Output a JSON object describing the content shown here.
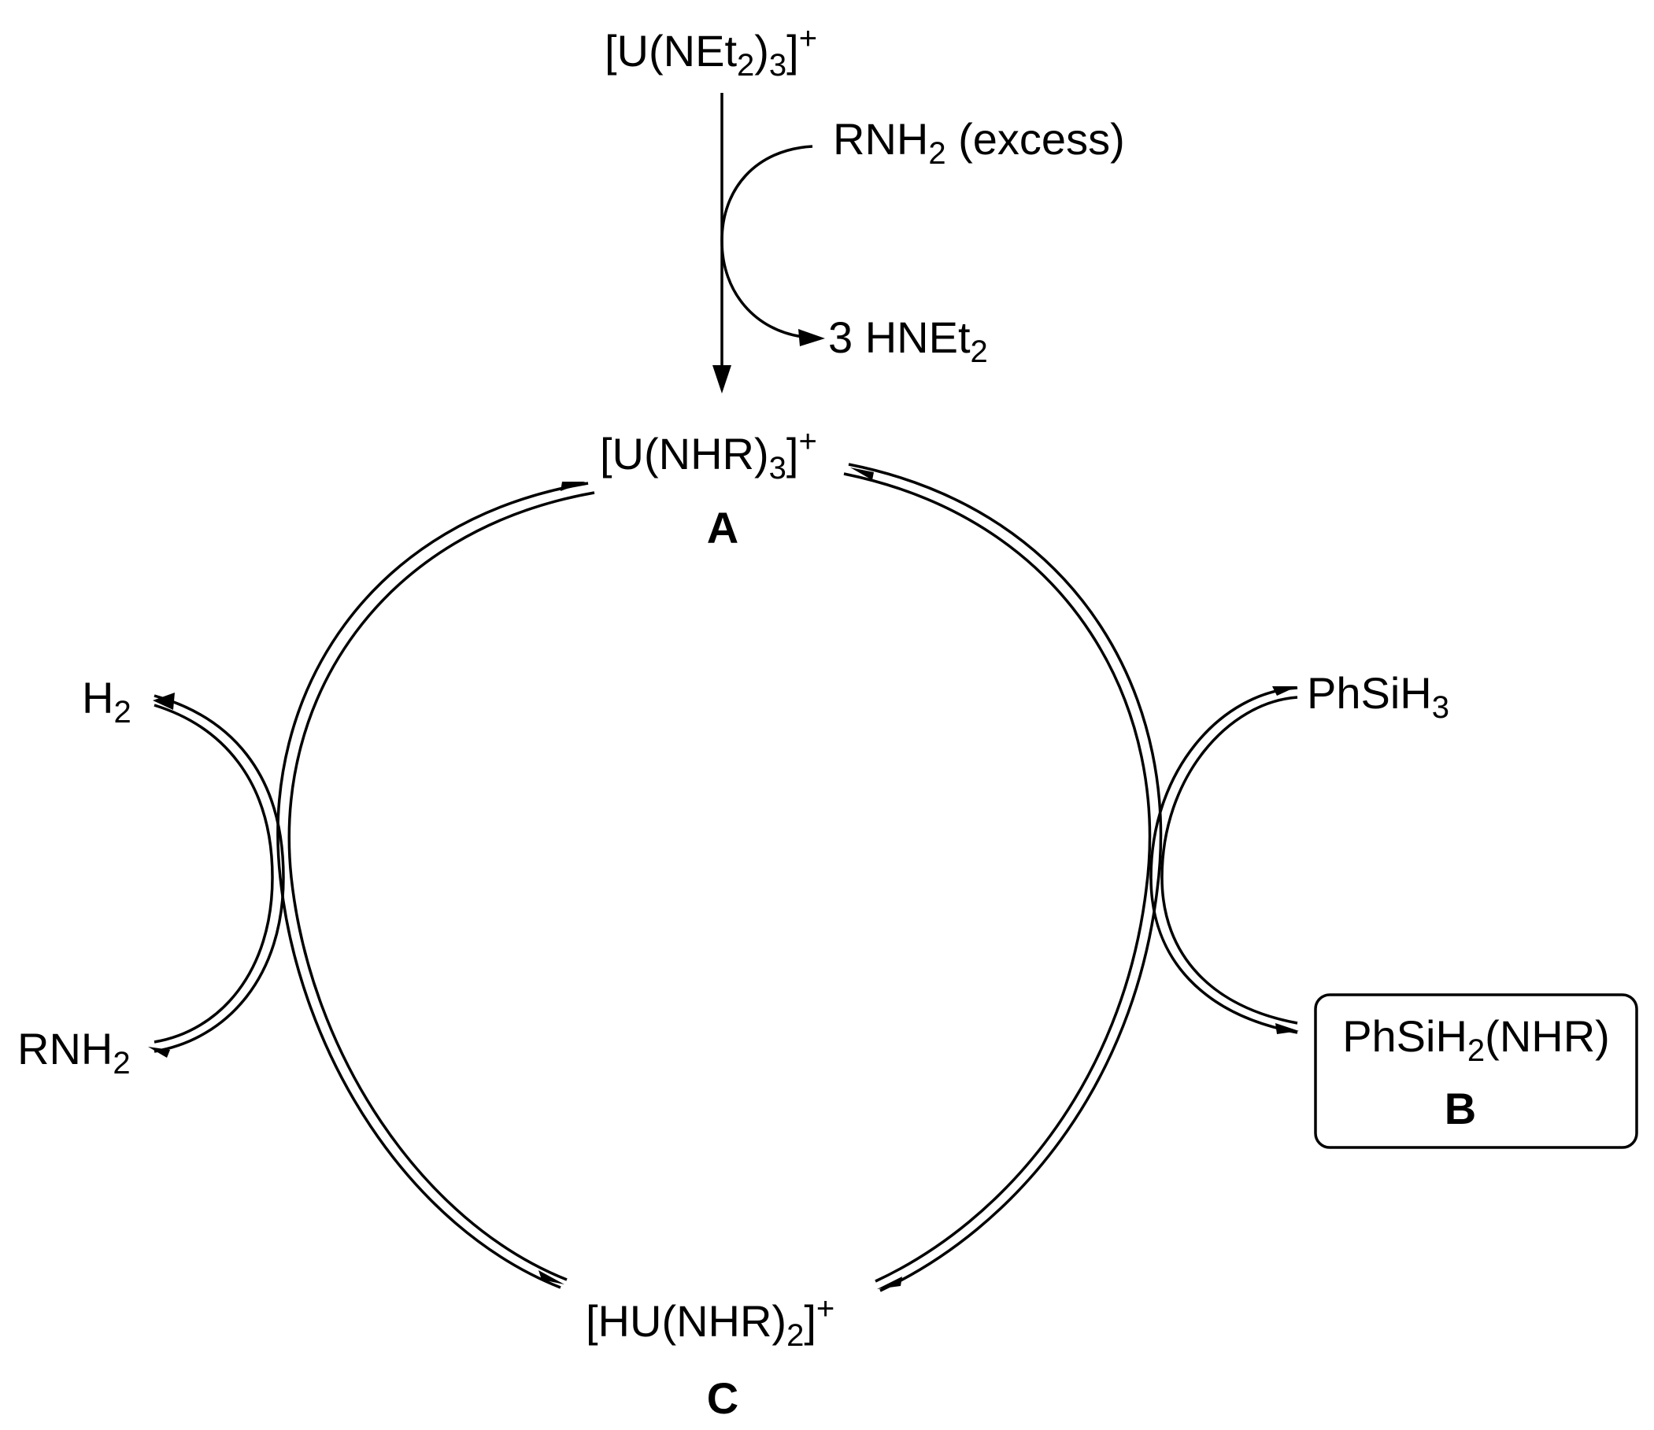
{
  "precatalyst": {
    "pre": "[U(NEt",
    "s1": "2",
    "mid": ")",
    "s2": "3",
    "close": "]",
    "charge": "+"
  },
  "reagent_in": {
    "pre": "RNH",
    "s1": "2",
    "post": " (excess)"
  },
  "byproduct": {
    "pre": "3 HNEt",
    "s1": "2"
  },
  "species_a": {
    "pre": "[U(NHR)",
    "s1": "3",
    "close": "]",
    "charge": "+",
    "label": "A"
  },
  "species_b": {
    "pre": "PhSiH",
    "s1": "2",
    "post": "(NHR)",
    "label": "B"
  },
  "species_c": {
    "pre": "[HU(NHR)",
    "s1": "2",
    "close": "]",
    "charge": "+",
    "label": "C"
  },
  "h2": {
    "pre": "H",
    "s1": "2"
  },
  "rnh2": {
    "pre": "RNH",
    "s1": "2"
  },
  "phsih3": {
    "pre": "PhSiH",
    "s1": "3"
  }
}
